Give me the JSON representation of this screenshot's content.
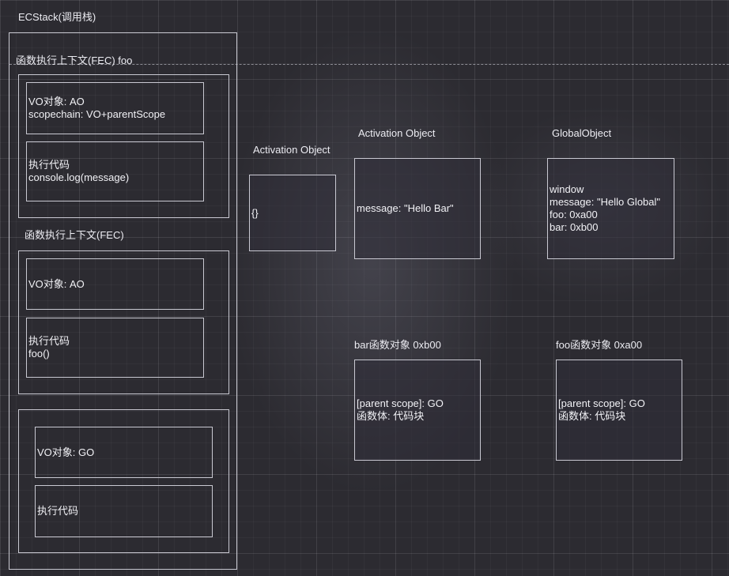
{
  "ecstack": {
    "title": "ECStack(调用栈)",
    "foo_context": {
      "title": "函数执行上下文(FEC) foo",
      "vo_lines": [
        "VO对象: AO",
        "scopechain: VO+parentScope"
      ],
      "code_lines": [
        "执行代码",
        "console.log(message)"
      ]
    },
    "fec_context": {
      "title": "函数执行上下文(FEC)",
      "vo_lines": [
        "VO对象: AO"
      ],
      "code_lines": [
        "执行代码",
        "foo()"
      ]
    },
    "global_context": {
      "vo_lines": [
        "VO对象: GO"
      ],
      "code_lines": [
        "执行代码"
      ]
    }
  },
  "objects": {
    "ao_empty": {
      "title": "Activation Object",
      "lines": [
        "{}"
      ]
    },
    "ao_bar": {
      "title": "Activation Object",
      "lines": [
        "message: \"Hello Bar\""
      ]
    },
    "global": {
      "title": "GlobalObject",
      "lines": [
        "window",
        "message: \"Hello Global\"",
        "foo: 0xa00",
        "bar: 0xb00"
      ]
    },
    "bar_fn": {
      "title": "bar函数对象 0xb00",
      "lines": [
        "[parent scope]: GO",
        "函数体: 代码块"
      ]
    },
    "foo_fn": {
      "title": "foo函数对象 0xa00",
      "lines": [
        "[parent scope]: GO",
        "函数体: 代码块"
      ]
    }
  }
}
